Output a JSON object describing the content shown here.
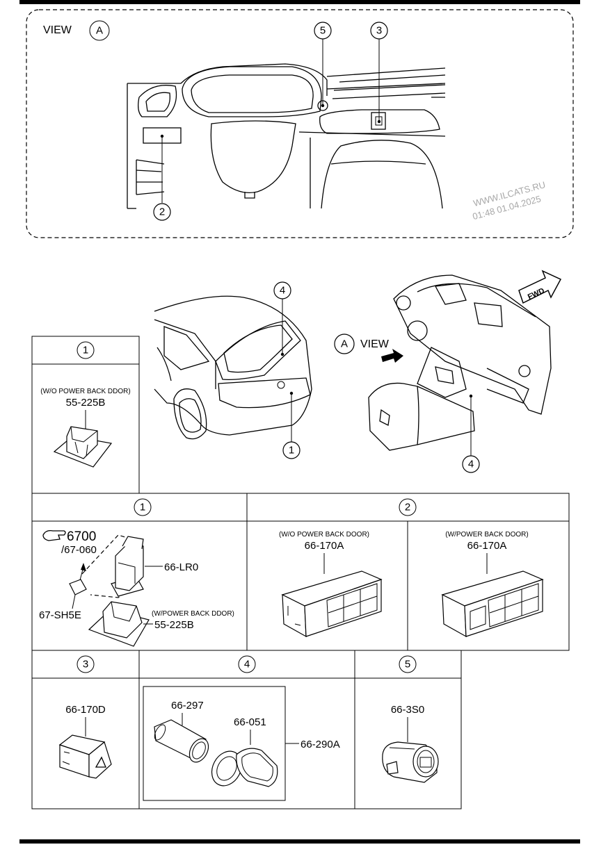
{
  "view_panel": {
    "title": "VIEW",
    "view_letter": "A",
    "callouts": [
      "5",
      "3",
      "2"
    ],
    "watermark_line1": "WWW.ILCATS.RU",
    "watermark_line2": "01:48 01.04.2025"
  },
  "overview": {
    "callout_4_top": "4",
    "callout_1": "1",
    "callout_4_bottom": "4",
    "view_letter": "A",
    "view_text": "VIEW",
    "fwd_label": "FWD"
  },
  "box_1_top": {
    "number": "1",
    "note": "(W/O POWER BACK DDOR)",
    "part": "55-225B"
  },
  "box_1": {
    "number": "1",
    "ref_icon": "pointing-hand-icon",
    "ref_main": "6700",
    "ref_sub": "/67-060",
    "part_lr0": "66-LR0",
    "part_sh5e": "67-SH5E",
    "note": "(W/POWER BACK DDOR)",
    "part_225b": "55-225B"
  },
  "box_2": {
    "number": "2",
    "left_note": "(W/O POWER BACK DOOR)",
    "left_part": "66-170A",
    "right_note": "(W/POWER BACK DOOR)",
    "right_part": "66-170A"
  },
  "box_3": {
    "number": "3",
    "part": "66-170D"
  },
  "box_4": {
    "number": "4",
    "part_297": "66-297",
    "part_051": "66-051",
    "part_290a": "66-290A"
  },
  "box_5": {
    "number": "5",
    "part": "66-3S0"
  }
}
